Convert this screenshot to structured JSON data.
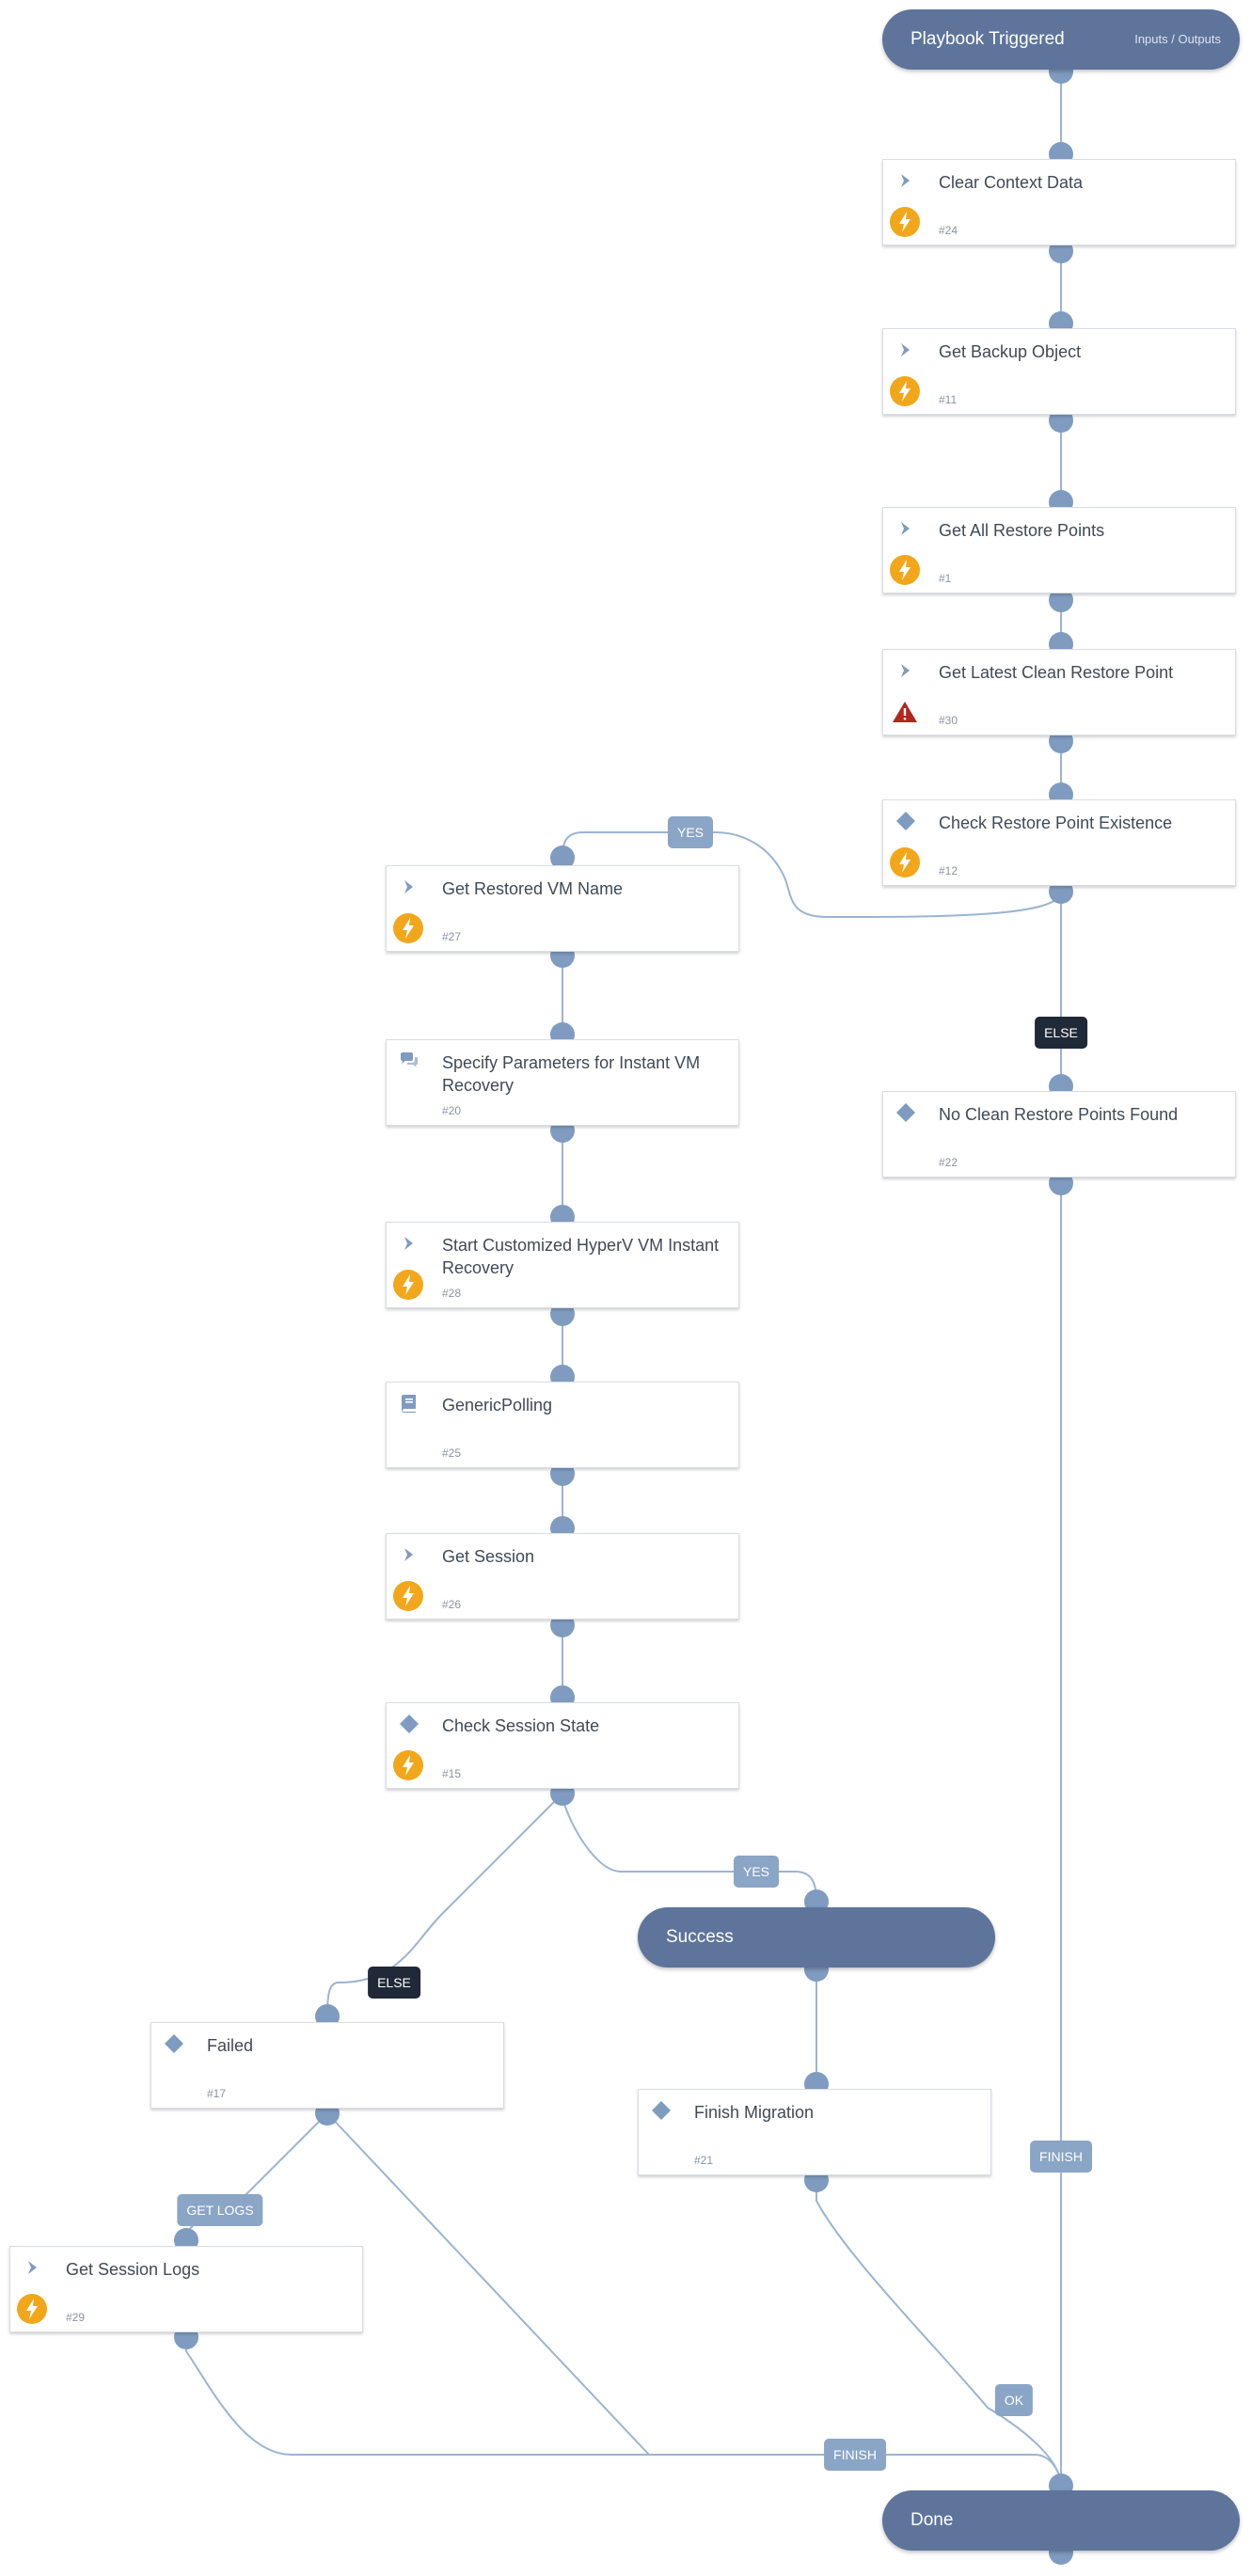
{
  "playbook": {
    "start": {
      "title": "Playbook Triggered",
      "link": "Inputs / Outputs"
    },
    "success": {
      "title": "Success"
    },
    "done": {
      "title": "Done"
    }
  },
  "colors": {
    "pill": "#5e749b",
    "edge": "#9bb4d2",
    "connector": "#7f9bc0",
    "automation_badge": "#f2a71b",
    "error_badge": "#b3261e",
    "label_blue": "#8aa5c6",
    "label_dark": "#1f2937"
  },
  "tasks": {
    "t24": {
      "title": "Clear Context Data",
      "id": "#24",
      "type_icon": "chevron-icon",
      "badge": "lightning-icon"
    },
    "t11": {
      "title": "Get Backup Object",
      "id": "#11",
      "type_icon": "chevron-icon",
      "badge": "lightning-icon"
    },
    "t1": {
      "title": "Get All Restore Points",
      "id": "#1",
      "type_icon": "chevron-icon",
      "badge": "lightning-icon"
    },
    "t30": {
      "title": "Get Latest Clean Restore Point",
      "id": "#30",
      "type_icon": "chevron-icon",
      "badge": "warning-icon"
    },
    "t12": {
      "title": "Check Restore Point Existence",
      "id": "#12",
      "type_icon": "diamond-icon",
      "badge": "lightning-icon"
    },
    "t27": {
      "title": "Get Restored VM Name",
      "id": "#27",
      "type_icon": "chevron-icon",
      "badge": "lightning-icon"
    },
    "t22": {
      "title": "No Clean Restore Points Found",
      "id": "#22",
      "type_icon": "diamond-icon",
      "badge": ""
    },
    "t20": {
      "title": "Specify Parameters for Instant VM Recovery",
      "id": "#20",
      "type_icon": "chat-icon",
      "badge": ""
    },
    "t28": {
      "title": "Start Customized HyperV VM Instant Recovery",
      "id": "#28",
      "type_icon": "chevron-icon",
      "badge": "lightning-icon"
    },
    "t25": {
      "title": "GenericPolling",
      "id": "#25",
      "type_icon": "book-icon",
      "badge": ""
    },
    "t26": {
      "title": "Get Session",
      "id": "#26",
      "type_icon": "chevron-icon",
      "badge": "lightning-icon"
    },
    "t15": {
      "title": "Check Session State",
      "id": "#15",
      "type_icon": "diamond-icon",
      "badge": "lightning-icon"
    },
    "t17": {
      "title": "Failed",
      "id": "#17",
      "type_icon": "diamond-icon",
      "badge": ""
    },
    "t21": {
      "title": "Finish Migration",
      "id": "#21",
      "type_icon": "diamond-icon",
      "badge": ""
    },
    "t29": {
      "title": "Get Session Logs",
      "id": "#29",
      "type_icon": "chevron-icon",
      "badge": "lightning-icon"
    }
  },
  "edge_labels": {
    "yes_restore": "YES",
    "else_restore": "ELSE",
    "yes_session": "YES",
    "else_session": "ELSE",
    "get_logs": "GET LOGS",
    "finish_right": "FINISH",
    "ok": "OK",
    "finish_bottom": "FINISH"
  }
}
